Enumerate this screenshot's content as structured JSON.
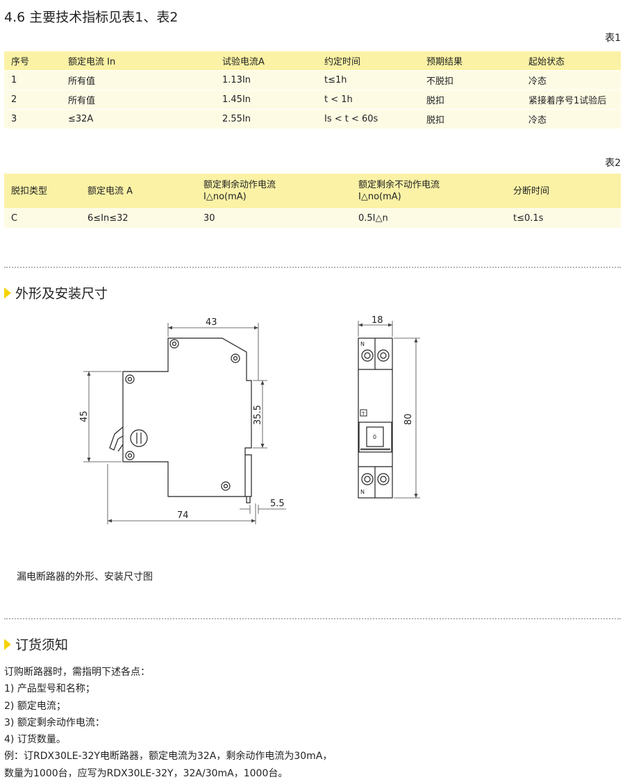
{
  "spec_heading": "4.6 主要技术指标见表1、表2",
  "table1": {
    "label": "表1",
    "headers": [
      "序号",
      "额定电流 In",
      "试验电流A",
      "约定时间",
      "预期结果",
      "起始状态"
    ],
    "rows": [
      [
        "1",
        "所有值",
        "1.13In",
        "t≤1h",
        "不脱扣",
        "冷态"
      ],
      [
        "2",
        "所有值",
        "1.45In",
        "t < 1h",
        "脱扣",
        "紧接着序号1试验后"
      ],
      [
        "3",
        "≤32A",
        "2.55In",
        "Is < t < 60s",
        "脱扣",
        "冷态"
      ]
    ]
  },
  "table2": {
    "label": "表2",
    "headers": [
      {
        "l1": "脱扣类型",
        "l2": ""
      },
      {
        "l1": "额定电流 A",
        "l2": ""
      },
      {
        "l1": "额定剩余动作电流",
        "l2": "I△no(mA)"
      },
      {
        "l1": "额定剩余不动作电流",
        "l2": "I△no(mA)"
      },
      {
        "l1": "分断时间",
        "l2": ""
      }
    ],
    "rows": [
      [
        "C",
        "6≤In≤32",
        "30",
        "0.5I△n",
        "t≤0.1s"
      ]
    ]
  },
  "outline": {
    "heading": "外形及安装尺寸",
    "dims": {
      "width_top": "43",
      "height_left": "45",
      "height_right": "35.5",
      "width_bottom": "74",
      "rail": "5.5",
      "front_width": "18",
      "front_height": "80"
    },
    "front_labels": {
      "neutral_top": "N",
      "neutral_bottom": "N",
      "test_button": "T",
      "switch_mark": "0"
    },
    "caption": "漏电断路器的外形、安装尺寸图"
  },
  "ordering": {
    "heading": "订货须知",
    "lines": [
      "订购断路器时，需指明下述各点：",
      "1) 产品型号和名称；",
      "2) 额定电流；",
      "3) 额定剩余动作电流：",
      "4) 订货数量。",
      "例：订RDX30LE-32Y电断路器，额定电流为32A，剩余动作电流为30mA，",
      "数量为1000台，应写为RDX30LE-32Y，32A/30mA，1000台。"
    ]
  },
  "colors": {
    "table_header": "#fbf2a6",
    "table_row": "#fdfbe4",
    "marker": "#f5d300"
  }
}
